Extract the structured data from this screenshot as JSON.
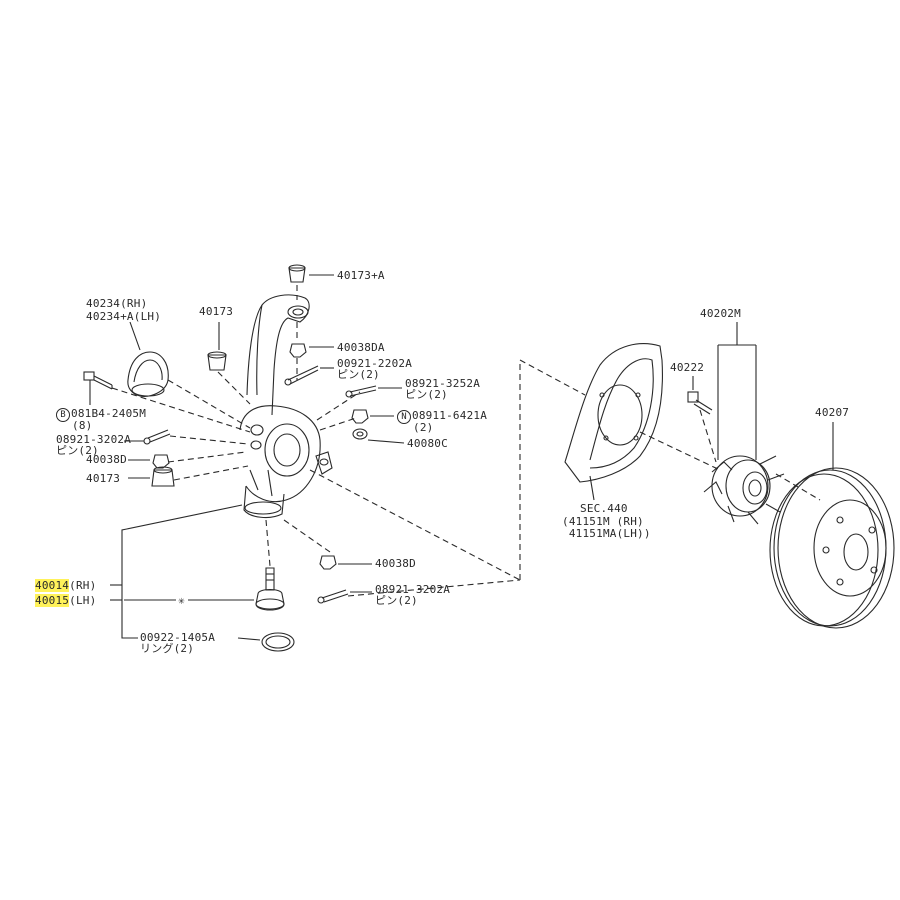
{
  "diagram": {
    "line_color": "#2a2a2a",
    "highlight_color": "#fff25a",
    "labels": {
      "p40173a": "40173+A",
      "p40234rh": "40234(RH)",
      "p40234lh": "40234+A(LH)",
      "p40173": "40173",
      "p40038da": "40038DA",
      "p00921_2202a": "00921-2202A",
      "p00921_2202a_qty": "ピン(2)",
      "p08921_3252a": "08921-3252A",
      "p08921_3252a_qty": "ピン(2)",
      "p08911_6421a": "08911-6421A",
      "p08911_6421a_qty": "(2)",
      "p08911_prefix": "N",
      "p40080c": "40080C",
      "p081b4_prefix": "B",
      "p081b4": "081B4-2405M",
      "p081b4_qty": "(8)",
      "p08921_3202a": "08921-3202A",
      "p08921_3202a_qty": "ピン(2)",
      "p40038d": "40038D",
      "p40173_lower": "40173",
      "p40014": "40014",
      "p40014_side": "(RH)",
      "p40015": "40015",
      "p40015_side": "(LH)",
      "p00922_1405a": "00922-1405A",
      "p00922_1405a_qty": "リング(2)",
      "p40038d_lower": "40038D",
      "p08921_3202a_lower": "08921-3202A",
      "p08921_3202a_lower_qty": "ピン(2)",
      "sec440": "SEC.440",
      "p41151m": "41151M (RH)",
      "p41151ma": "41151MA(LH)",
      "p40202m": "40202M",
      "p40222": "40222",
      "p40207": "40207"
    }
  }
}
